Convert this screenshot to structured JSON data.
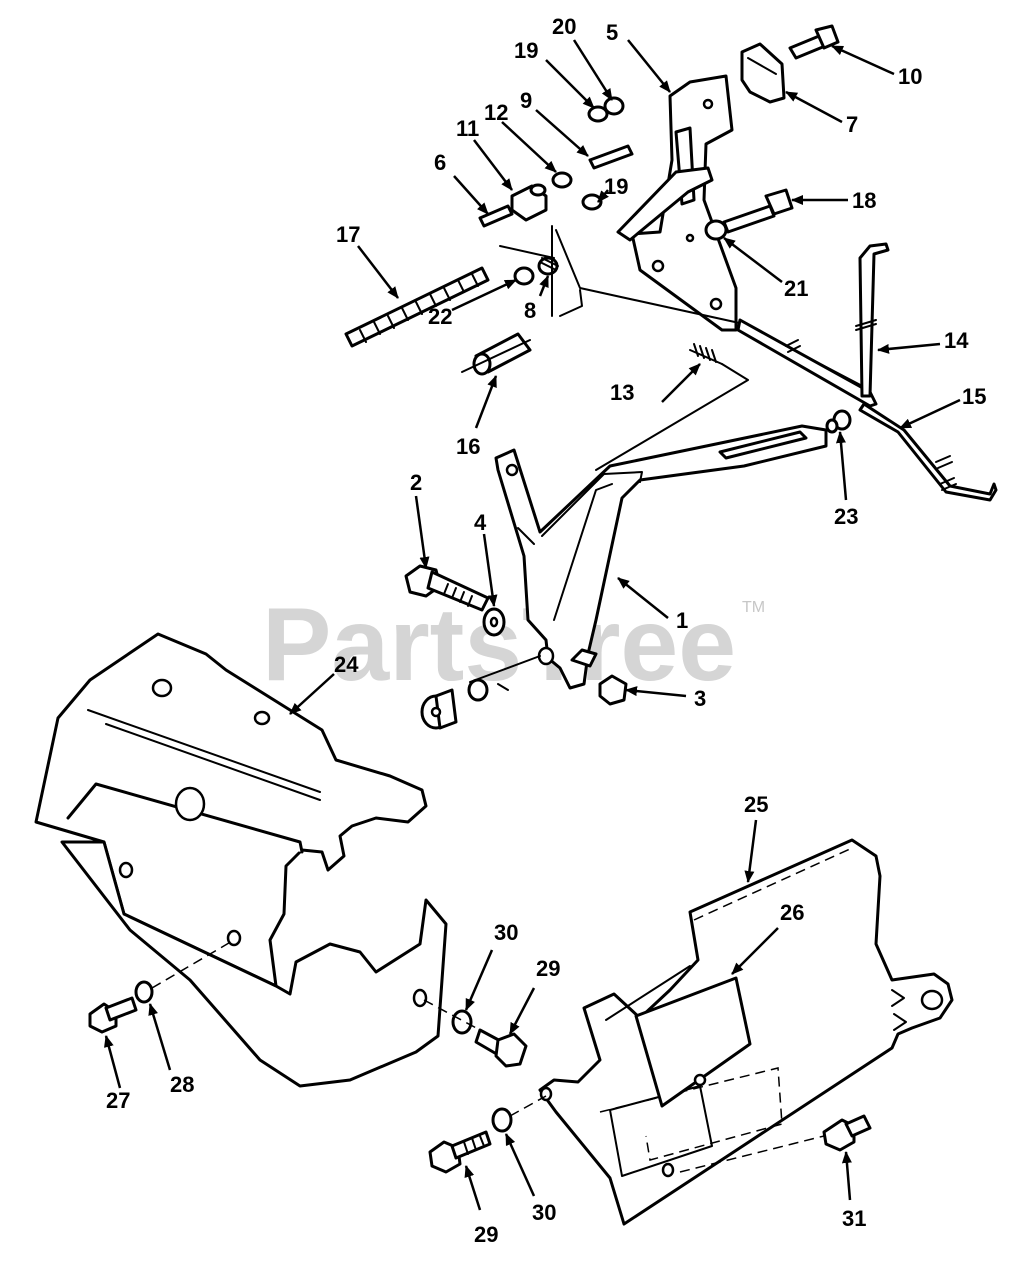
{
  "watermark": {
    "text": "PartsTree",
    "trademark": "TM"
  },
  "callouts": [
    "1",
    "2",
    "3",
    "4",
    "5",
    "6",
    "7",
    "8",
    "9",
    "10",
    "11",
    "12",
    "13",
    "14",
    "15",
    "16",
    "17",
    "18",
    "19",
    "19",
    "20",
    "21",
    "22",
    "23",
    "24",
    "25",
    "26",
    "27",
    "28",
    "29",
    "29",
    "30",
    "30",
    "31"
  ]
}
